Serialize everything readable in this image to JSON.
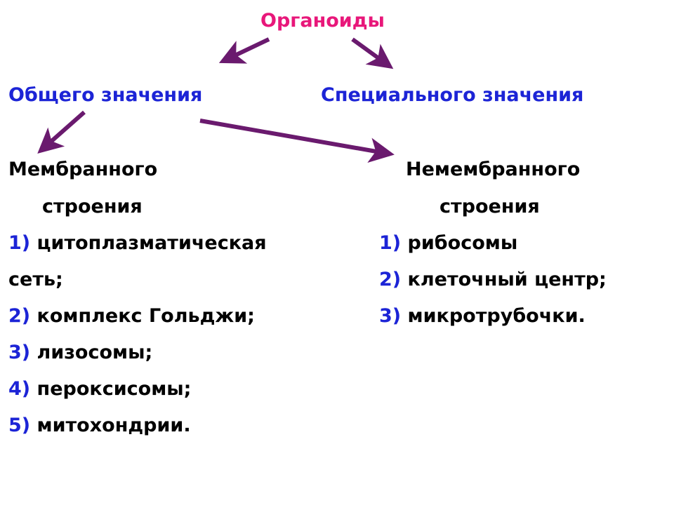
{
  "title": "Органоиды",
  "branches": {
    "general": "Общего значения",
    "special": "Специального значения"
  },
  "membranous": {
    "heading_line1": "Мембранного",
    "heading_line2": "строения",
    "items": [
      {
        "num": "1)",
        "text": "цитоплазматическая"
      },
      {
        "num": "",
        "text": "сеть;"
      },
      {
        "num": "2)",
        "text": "комплекс Гольджи;"
      },
      {
        "num": "3)",
        "text": "лизосомы;"
      },
      {
        "num": "4)",
        "text": "пероксисомы;"
      },
      {
        "num": "5)",
        "text": "митохондрии."
      }
    ]
  },
  "non_membranous": {
    "heading_line1": "Немембранного",
    "heading_line2": "строения",
    "items": [
      {
        "num": "1)",
        "text": "рибосомы"
      },
      {
        "num": "2)",
        "text": "клеточный центр;"
      },
      {
        "num": "3)",
        "text": "микротрубочки."
      }
    ]
  },
  "colors": {
    "title": "#e8177a",
    "branch": "#1c24d6",
    "arrow": "#6a1a6e",
    "list_number": "#1c24d6",
    "body_text": "#000000"
  }
}
